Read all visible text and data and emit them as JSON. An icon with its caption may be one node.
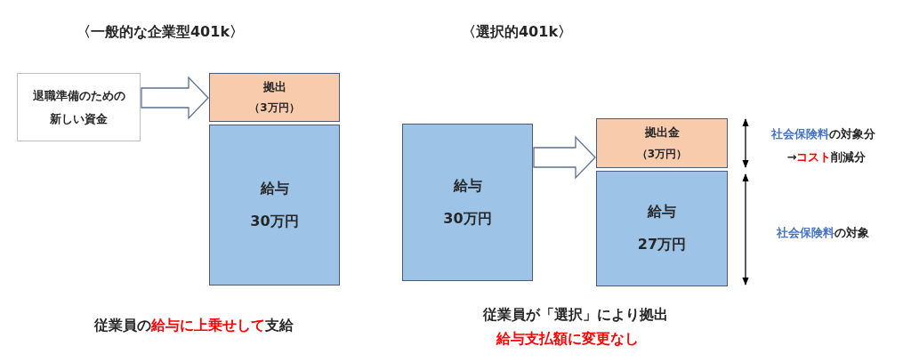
{
  "diagram": {
    "nodes": [
      {
        "text": [
          "退職準備のための新しい資金"
        ]
      },
      {
        "text": [
          "拠出",
          "（3万円）"
        ]
      },
      {
        "text": [
          "給与",
          "30万円"
        ]
      },
      {
        "text": [
          "給与",
          "30万円"
        ]
      },
      {
        "text": [
          "拠出金",
          "（3万円）"
        ]
      },
      {
        "text": [
          "給与",
          "27万円"
        ]
      }
    ],
    "edges": [
      {
        "from": 0,
        "to": 1,
        "arrow": "to"
      },
      {
        "from": 3,
        "to": 4,
        "arrow": "to"
      }
    ],
    "labels": [
      "〈一般的な企業型401k〉",
      "〈選択的401k〉",
      "**社会保険料**の対象分",
      "→**コスト**削減分",
      "**社会保険料**の対象",
      "従業員の**給与に上乗せして**支給",
      "従業員が「選択」により拠出",
      "給与支払額に変更なし"
    ]
  }
}
